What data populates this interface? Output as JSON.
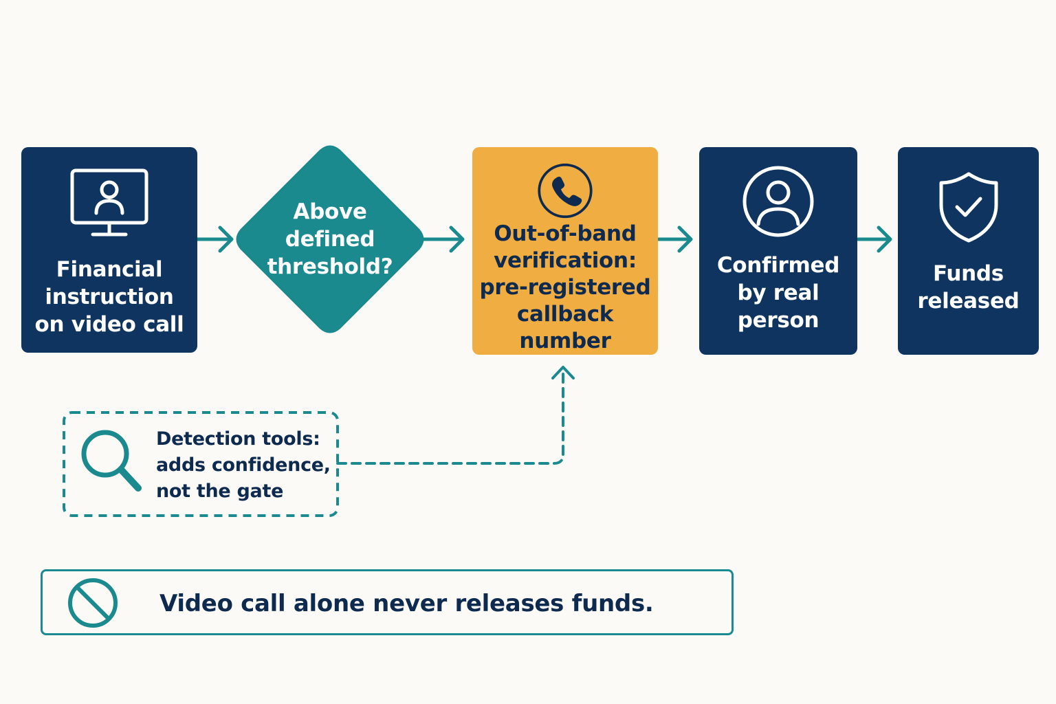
{
  "colors": {
    "navy": "#0f3460",
    "teal": "#1a8a8e",
    "amber": "#f0ad41",
    "background": "#fbfaf6",
    "dark_text": "#0f2a4f"
  },
  "flow": {
    "step_video_call": {
      "label": "Financial\ninstruction\non video call",
      "icon": "video-call-monitor-icon"
    },
    "decision_threshold": {
      "label": "Above\ndefined\nthreshold?"
    },
    "step_verification": {
      "label": "Out-of-band\nverification:\npre-registered\ncallback number",
      "icon": "phone-icon"
    },
    "step_confirmed": {
      "label": "Confirmed\nby real\nperson",
      "icon": "person-icon"
    },
    "step_released": {
      "label": "Funds\nreleased",
      "icon": "shield-check-icon"
    }
  },
  "note": {
    "label": "Detection tools:\nadds confidence,\nnot the gate",
    "icon": "magnifier-icon"
  },
  "rule": {
    "label": "Video call alone never releases funds.",
    "icon": "prohibited-icon"
  }
}
